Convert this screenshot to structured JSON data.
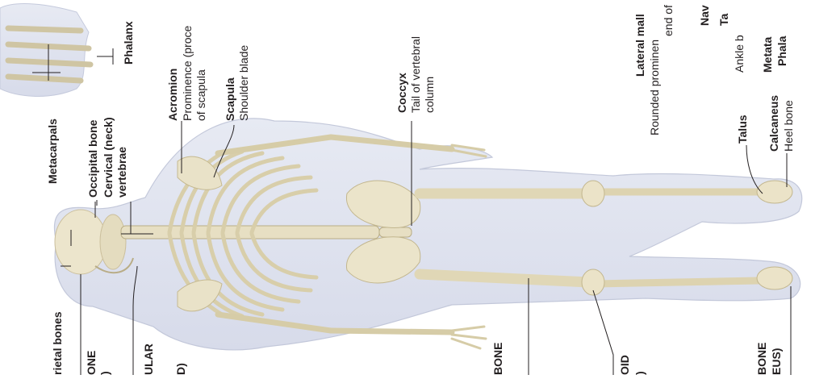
{
  "labels": {
    "phalanx": "Phalanx",
    "metacarpals": "Metacarpals",
    "occipital": "Occipital bone",
    "cervical_1": "Cervical (neck)",
    "cervical_2": "vertebrae",
    "acromion": "Acromion",
    "acromion_d1": "Prominence (proce",
    "acromion_d2": "of scapula",
    "scapula": "Scapula",
    "scapula_d": "Shoulder blade",
    "coccyx": "Coccyx",
    "coccyx_d1": "Tail of vertebral",
    "coccyx_d2": "column",
    "lateral_malleolus": "Lateral mall",
    "lateral_malleolus_d1": "Rounded prominen",
    "lateral_malleolus_d2": "end of",
    "navicular": "Nav",
    "tarsals": "Ta",
    "tarsals_d": "Ankle b",
    "metatarsals": "Metata",
    "phalanges": "Phala",
    "talus": "Talus",
    "calcaneus": "Calcaneus",
    "calcaneus_d": "Heel bone",
    "parietal": "rietal bones",
    "frontal_1": "ONE",
    "frontal_2": ")",
    "mandibular": "ULAR",
    "sternum_partial": "D)",
    "femur_partial": "BONE",
    "styloid_partial": "OID",
    "styloid_partial2": ")",
    "heel_bone_1": "BONE",
    "heel_bone_2": "EUS)"
  },
  "colors": {
    "bone": "#e8e0c6",
    "bone_shade": "#d2c8a8",
    "skin": "#dde1ee",
    "skin_edge": "#c5cadc",
    "leader": "#231f20"
  }
}
